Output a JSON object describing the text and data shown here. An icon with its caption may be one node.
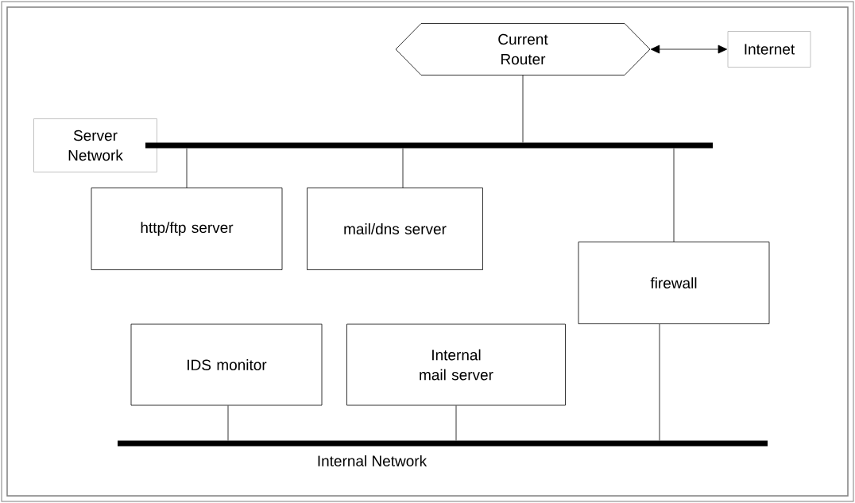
{
  "diagram": {
    "nodes": [
      {
        "text": [
          "Current Router"
        ]
      },
      {
        "text": [
          "Internet"
        ]
      },
      {
        "text": [
          "Server Network"
        ]
      },
      {
        "text": [],
        "shape": "bar"
      },
      {
        "text": [
          "http/ftp server"
        ]
      },
      {
        "text": [
          "mail/dns server"
        ]
      },
      {
        "text": [
          "firewall"
        ]
      },
      {
        "text": [
          "IDS monitor"
        ]
      },
      {
        "text": [
          "Internal mail server"
        ]
      },
      {
        "text": [],
        "shape": "bar",
        "beside": [
          "Internal Network"
        ]
      }
    ],
    "edges": [
      {
        "from": 0,
        "to": 1,
        "arrow": "both"
      },
      {
        "from": 0,
        "to": 3,
        "arrow": "none"
      },
      {
        "from": 3,
        "to": 4,
        "arrow": "none"
      },
      {
        "from": 3,
        "to": 5,
        "arrow": "none"
      },
      {
        "from": 3,
        "to": 6,
        "arrow": "none"
      },
      {
        "from": 6,
        "to": 9,
        "arrow": "none"
      },
      {
        "from": 7,
        "to": 9,
        "arrow": "none"
      },
      {
        "from": 8,
        "to": 9,
        "arrow": "none"
      }
    ]
  }
}
